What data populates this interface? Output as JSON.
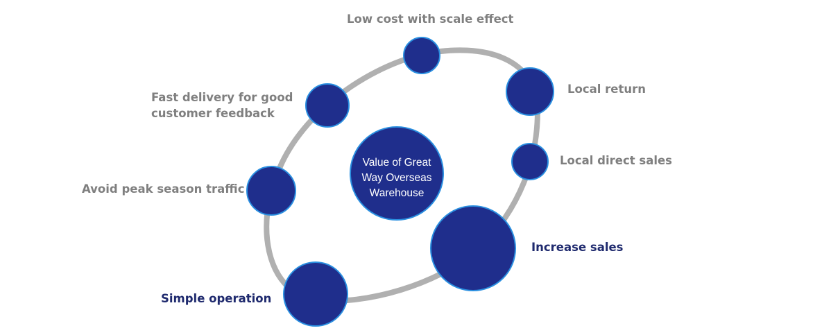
{
  "diagram": {
    "center_label": [
      "Value of Great",
      "Way Overseas",
      "Warehouse"
    ],
    "nodes": [
      {
        "id": "low-cost",
        "label": [
          "Low cost with scale effect"
        ],
        "emphasis": "secondary"
      },
      {
        "id": "local-return",
        "label": [
          "Local return"
        ],
        "emphasis": "secondary"
      },
      {
        "id": "local-direct-sales",
        "label": [
          "Local direct sales"
        ],
        "emphasis": "secondary"
      },
      {
        "id": "increase-sales",
        "label": [
          "Increase sales"
        ],
        "emphasis": "primary"
      },
      {
        "id": "simple-operation",
        "label": [
          "Simple operation"
        ],
        "emphasis": "primary"
      },
      {
        "id": "avoid-peak",
        "label": [
          "Avoid peak season traffic"
        ],
        "emphasis": "secondary"
      },
      {
        "id": "fast-delivery",
        "label": [
          "Fast delivery for good",
          "customer feedback"
        ],
        "emphasis": "secondary"
      }
    ]
  },
  "colors": {
    "node_fill": "#1f2e8c",
    "node_stroke": "#2a8fe0",
    "ring": "#b0b0b0",
    "label_secondary": "#7f7f7f",
    "label_primary": "#1f2a6e",
    "center_text": "#ffffff"
  }
}
